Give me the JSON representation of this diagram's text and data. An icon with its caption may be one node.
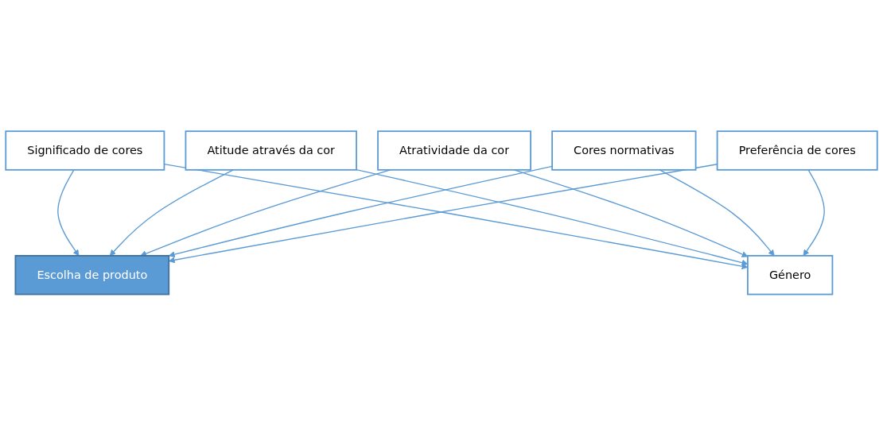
{
  "diagram": {
    "nodes": [
      {
        "text": [
          "Significado de cores"
        ]
      },
      {
        "text": [
          "Atitude através da cor"
        ]
      },
      {
        "text": [
          "Atratividade da cor"
        ]
      },
      {
        "text": [
          "Cores normativas"
        ]
      },
      {
        "text": [
          "Preferência de cores"
        ]
      },
      {
        "text": [
          "Escolha de produto"
        ]
      },
      {
        "text": [
          "Género"
        ]
      }
    ],
    "edges": [
      {
        "from": 0,
        "to": 5,
        "arrow": "to"
      },
      {
        "from": 1,
        "to": 5,
        "arrow": "to"
      },
      {
        "from": 2,
        "to": 5,
        "arrow": "to"
      },
      {
        "from": 3,
        "to": 5,
        "arrow": "to"
      },
      {
        "from": 4,
        "to": 5,
        "arrow": "to"
      },
      {
        "from": 0,
        "to": 6,
        "arrow": "to"
      },
      {
        "from": 1,
        "to": 6,
        "arrow": "to"
      },
      {
        "from": 2,
        "to": 6,
        "arrow": "to"
      },
      {
        "from": 3,
        "to": 6,
        "arrow": "to"
      },
      {
        "from": 4,
        "to": 6,
        "arrow": "to"
      }
    ]
  }
}
